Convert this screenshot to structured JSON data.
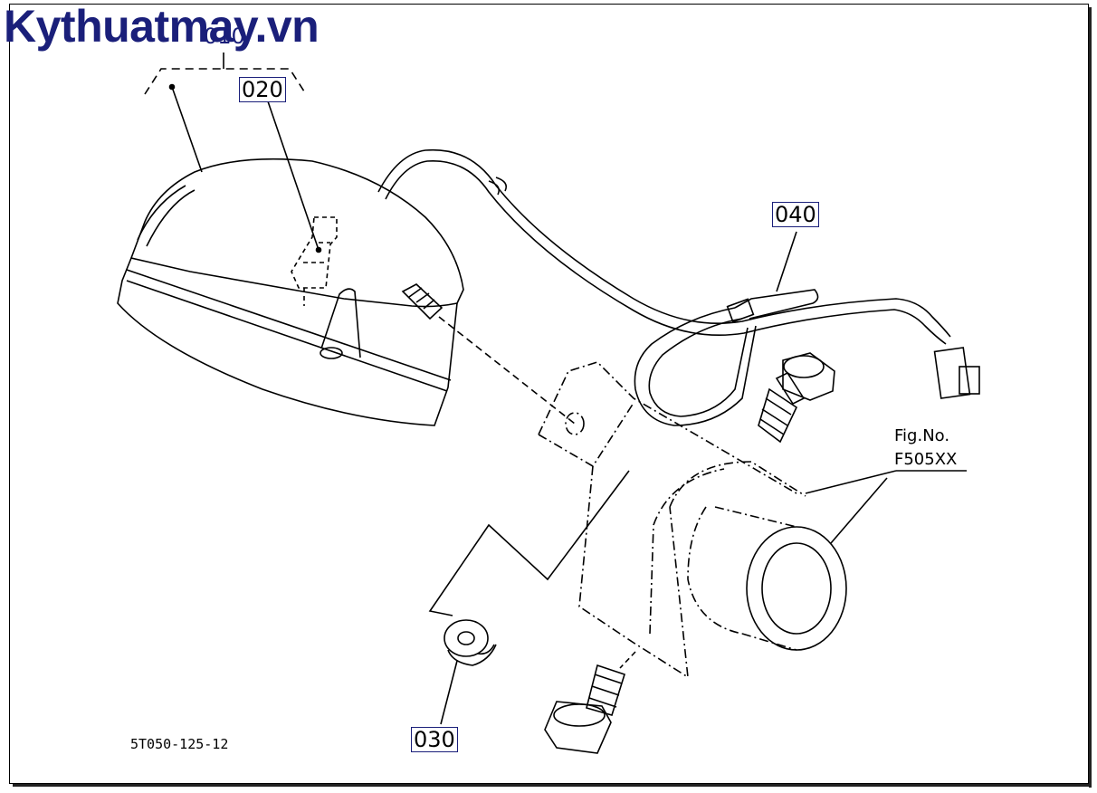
{
  "watermark": {
    "text": "Kythuatmay.vn",
    "color": "#1a1f7a"
  },
  "callouts": {
    "part_010": "010",
    "part_020": "020",
    "part_030": "030",
    "part_040": "040"
  },
  "figure_reference": {
    "caption": "Fig.No.",
    "number": "F505XX"
  },
  "drawing_code": "5T050-125-12",
  "colors": {
    "line": "#000000",
    "callout_border": "#1a1f7a",
    "background": "#ffffff"
  }
}
